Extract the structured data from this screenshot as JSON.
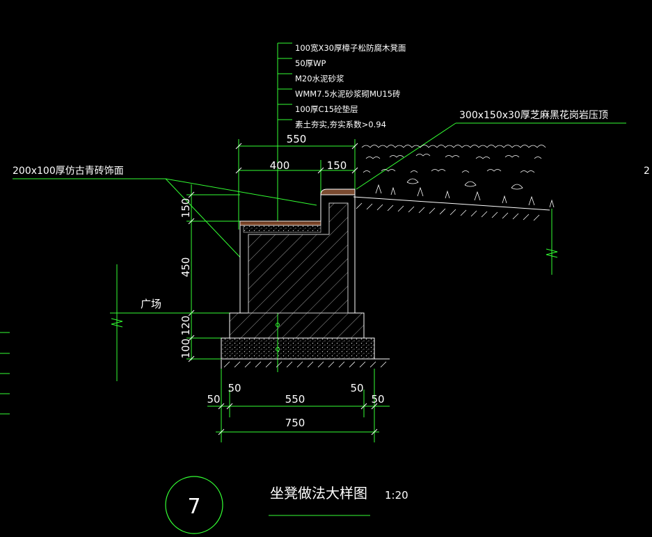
{
  "layers": [
    "100宽X30厚樟子松防腐木凳面",
    "50厚WP",
    "M20水泥砂浆",
    "WMM7.5水泥砂浆砌MU15砖",
    "100厚C15砼垫层",
    "素土夯实,夯实系数>0.94"
  ],
  "callouts": {
    "coping": "300x150x30厚芝麻黑花岗岩压顶",
    "facing": "200x100厚仿古青砖饰面",
    "plaza": "广场",
    "edge_right": "2",
    "circle_number": "7"
  },
  "dims": {
    "top_total": "550",
    "top_left": "400",
    "top_right": "150",
    "v_150": "150",
    "v_450": "450",
    "v_120": "120",
    "v_100": "100",
    "b_50a": "50",
    "b_50b": "50",
    "b_50c": "50",
    "b_50d": "50",
    "b_550": "550",
    "b_750": "750"
  },
  "title": {
    "text": "坐凳做法大样图",
    "scale": "1:20"
  },
  "colors": {
    "background": "#000000",
    "linework": "#33ff33",
    "text": "#ffffff"
  }
}
